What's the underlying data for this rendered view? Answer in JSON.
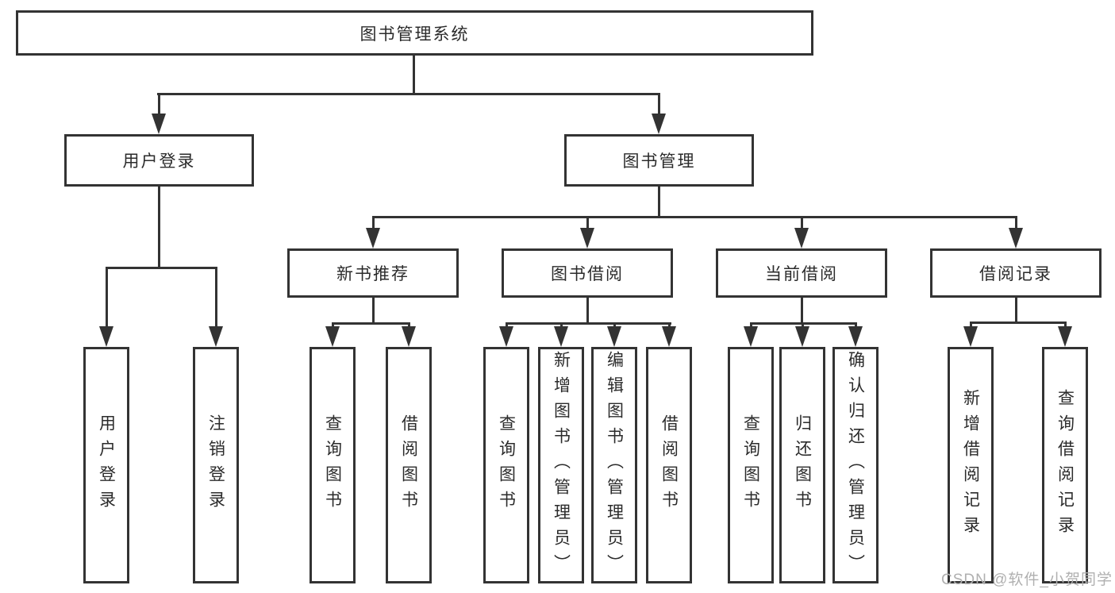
{
  "diagram": {
    "root": {
      "label": "图书管理系统"
    },
    "level2": [
      {
        "label": "用户登录"
      },
      {
        "label": "图书管理"
      }
    ],
    "level3": [
      {
        "label": "新书推荐"
      },
      {
        "label": "图书借阅"
      },
      {
        "label": "当前借阅"
      },
      {
        "label": "借阅记录"
      }
    ],
    "leaves": {
      "login": [
        {
          "label": "用户登录"
        },
        {
          "label": "注销登录"
        }
      ],
      "newbook": [
        {
          "label": "查询图书"
        },
        {
          "label": "借阅图书"
        }
      ],
      "borrow": [
        {
          "label": "查询图书"
        },
        {
          "label": "新增图书（管理员）"
        },
        {
          "label": "编辑图书（管理员）"
        },
        {
          "label": "借阅图书"
        }
      ],
      "current": [
        {
          "label": "查询图书"
        },
        {
          "label": "归还图书"
        },
        {
          "label": "确认归还（管理员）"
        }
      ],
      "records": [
        {
          "label": "新增借阅记录"
        },
        {
          "label": "查询借阅记录"
        }
      ]
    }
  },
  "watermark": {
    "text": "CSDN @软件_小贺同学"
  },
  "colors": {
    "line": "#333333",
    "text": "#2b2b2b",
    "box_background": "#ffffff",
    "page_background": "#ffffff",
    "watermark": "#b0b0b0"
  }
}
